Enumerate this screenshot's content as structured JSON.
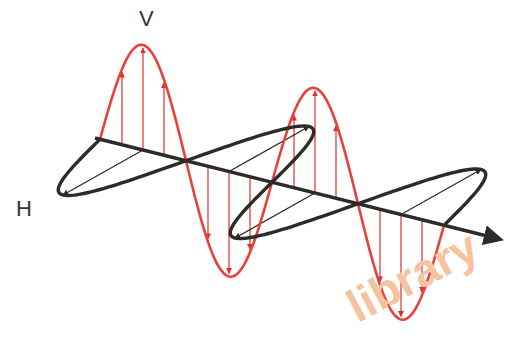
{
  "diagram": {
    "labels": [
      "V",
      "H",
      "library"
    ]
  }
}
